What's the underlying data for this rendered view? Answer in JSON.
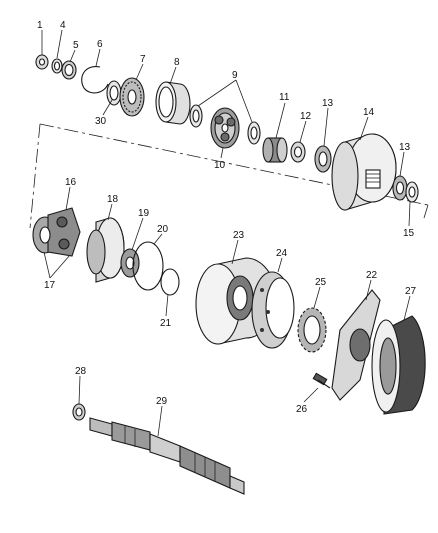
{
  "diagram": {
    "callouts": [
      "1",
      "4",
      "5",
      "6",
      "7",
      "8",
      "9",
      "30",
      "10",
      "11",
      "12",
      "13",
      "14",
      "13",
      "15",
      "16",
      "18",
      "19",
      "20",
      "17",
      "21",
      "23",
      "24",
      "25",
      "22",
      "27",
      "26",
      "28",
      "29"
    ],
    "colors": {
      "line": "#222222",
      "part_fill": "#f2f2f2",
      "dark": "#1a1a1a",
      "background": "#ffffff"
    }
  }
}
